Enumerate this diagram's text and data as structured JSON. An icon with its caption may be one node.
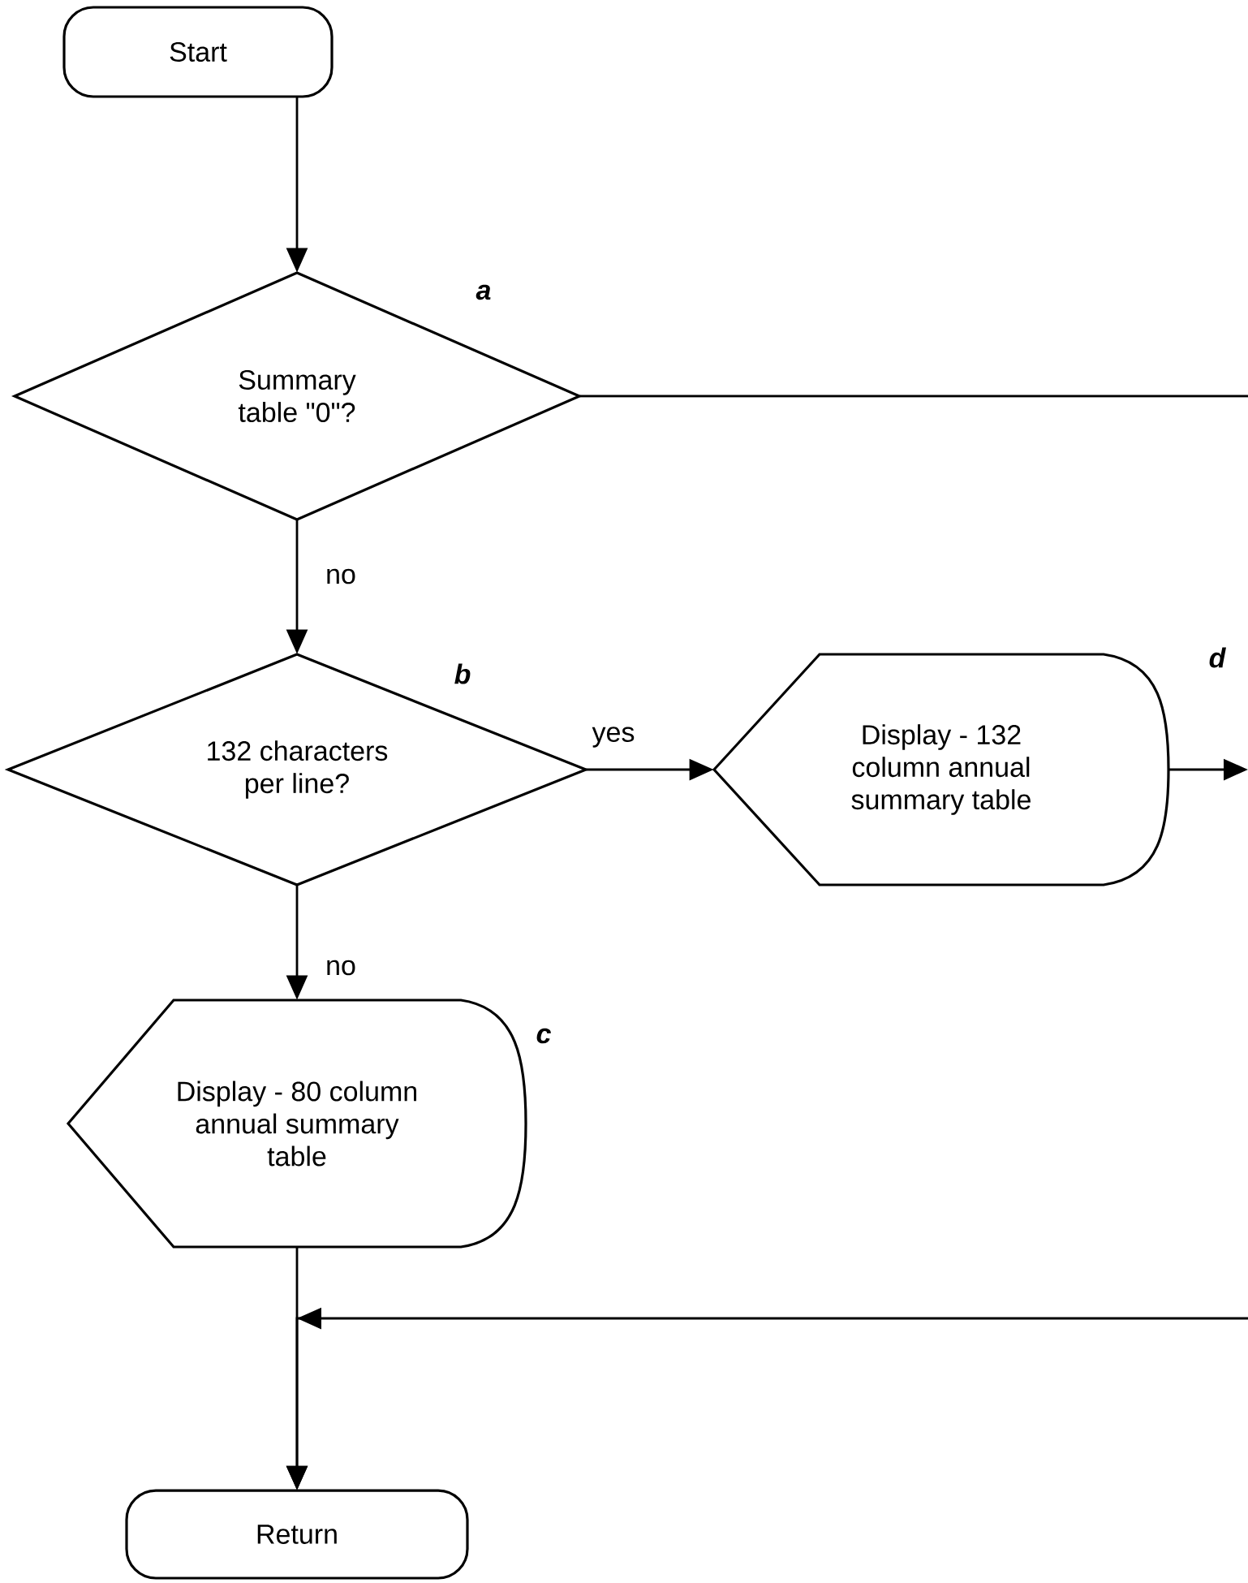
{
  "diagram": {
    "nodes": [
      {
        "text": [
          "Start"
        ]
      },
      {
        "text": [
          "Summary table \"0\"?"
        ],
        "beside": [
          "a"
        ]
      },
      {
        "text": [
          "132 characters per line?"
        ],
        "beside": [
          "b"
        ]
      },
      {
        "text": [
          "Display - 132 column annual summary table"
        ],
        "beside": [
          "d"
        ]
      },
      {
        "text": [
          "Display - 80 column annual summary table"
        ],
        "beside": [
          "c"
        ]
      },
      {
        "text": [
          "Return"
        ]
      }
    ],
    "edges": [
      {
        "from": 0,
        "to": 1,
        "arrow": "to"
      },
      {
        "from": 1,
        "to": 2,
        "arrow": "to",
        "label": "no"
      },
      {
        "from": 2,
        "to": 3,
        "arrow": "to",
        "label": "yes"
      },
      {
        "from": 2,
        "to": 4,
        "arrow": "to",
        "label": "no"
      },
      {
        "from": 4,
        "to": 5,
        "arrow": "to"
      },
      {
        "from": 1,
        "to": null,
        "arrow": "none"
      },
      {
        "from": 3,
        "to": null,
        "arrow": "to"
      },
      {
        "from": null,
        "to": 5,
        "arrow": "to"
      }
    ]
  }
}
